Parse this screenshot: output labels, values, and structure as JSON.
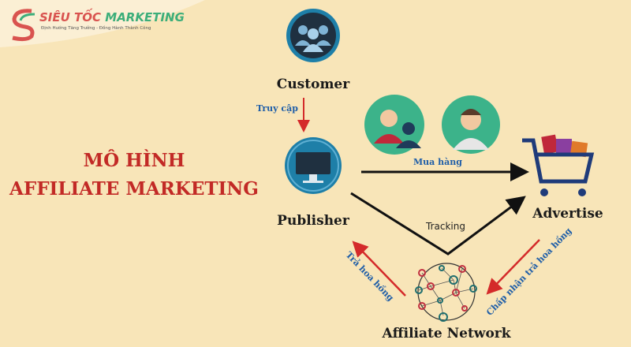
{
  "logo": {
    "brand_red": "SIÊU TỐC",
    "brand_green": "MARKETING",
    "tagline": "Định Hướng Tăng Trưởng - Đồng Hành Thành Công"
  },
  "title": {
    "line1": "MÔ HÌNH",
    "line2": "AFFILIATE MARKETING"
  },
  "nodes": {
    "customer": "Customer",
    "publisher": "Publisher",
    "advertise": "Advertise",
    "network": "Affiliate Network"
  },
  "edges": {
    "access": "Truy cập",
    "buy": "Mua hàng",
    "tracking": "Tracking",
    "pay": "Trả hoa hồng",
    "accept": "Chấp nhận trả hoa hồng"
  },
  "colors": {
    "background": "#f8e5b8",
    "accent_red": "#c22a26",
    "label_blue": "#1f5ea8",
    "teal": "#1e7fa8",
    "green": "#3cb38a"
  }
}
